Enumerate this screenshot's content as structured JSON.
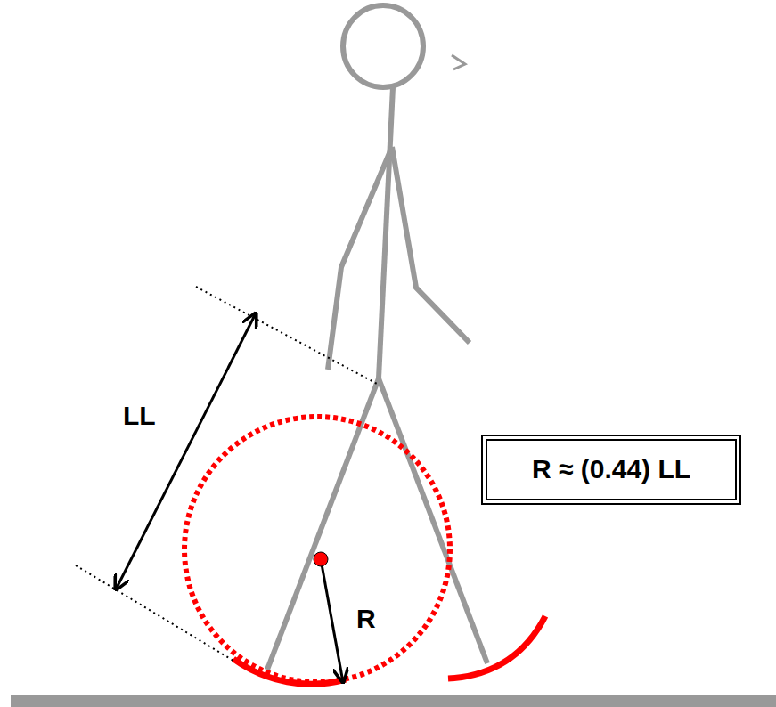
{
  "diagram": {
    "nodes": [
      {
        "text": [
          "R ≈ (0.44) LL"
        ]
      }
    ],
    "labels": [
      "LL",
      "R"
    ]
  }
}
